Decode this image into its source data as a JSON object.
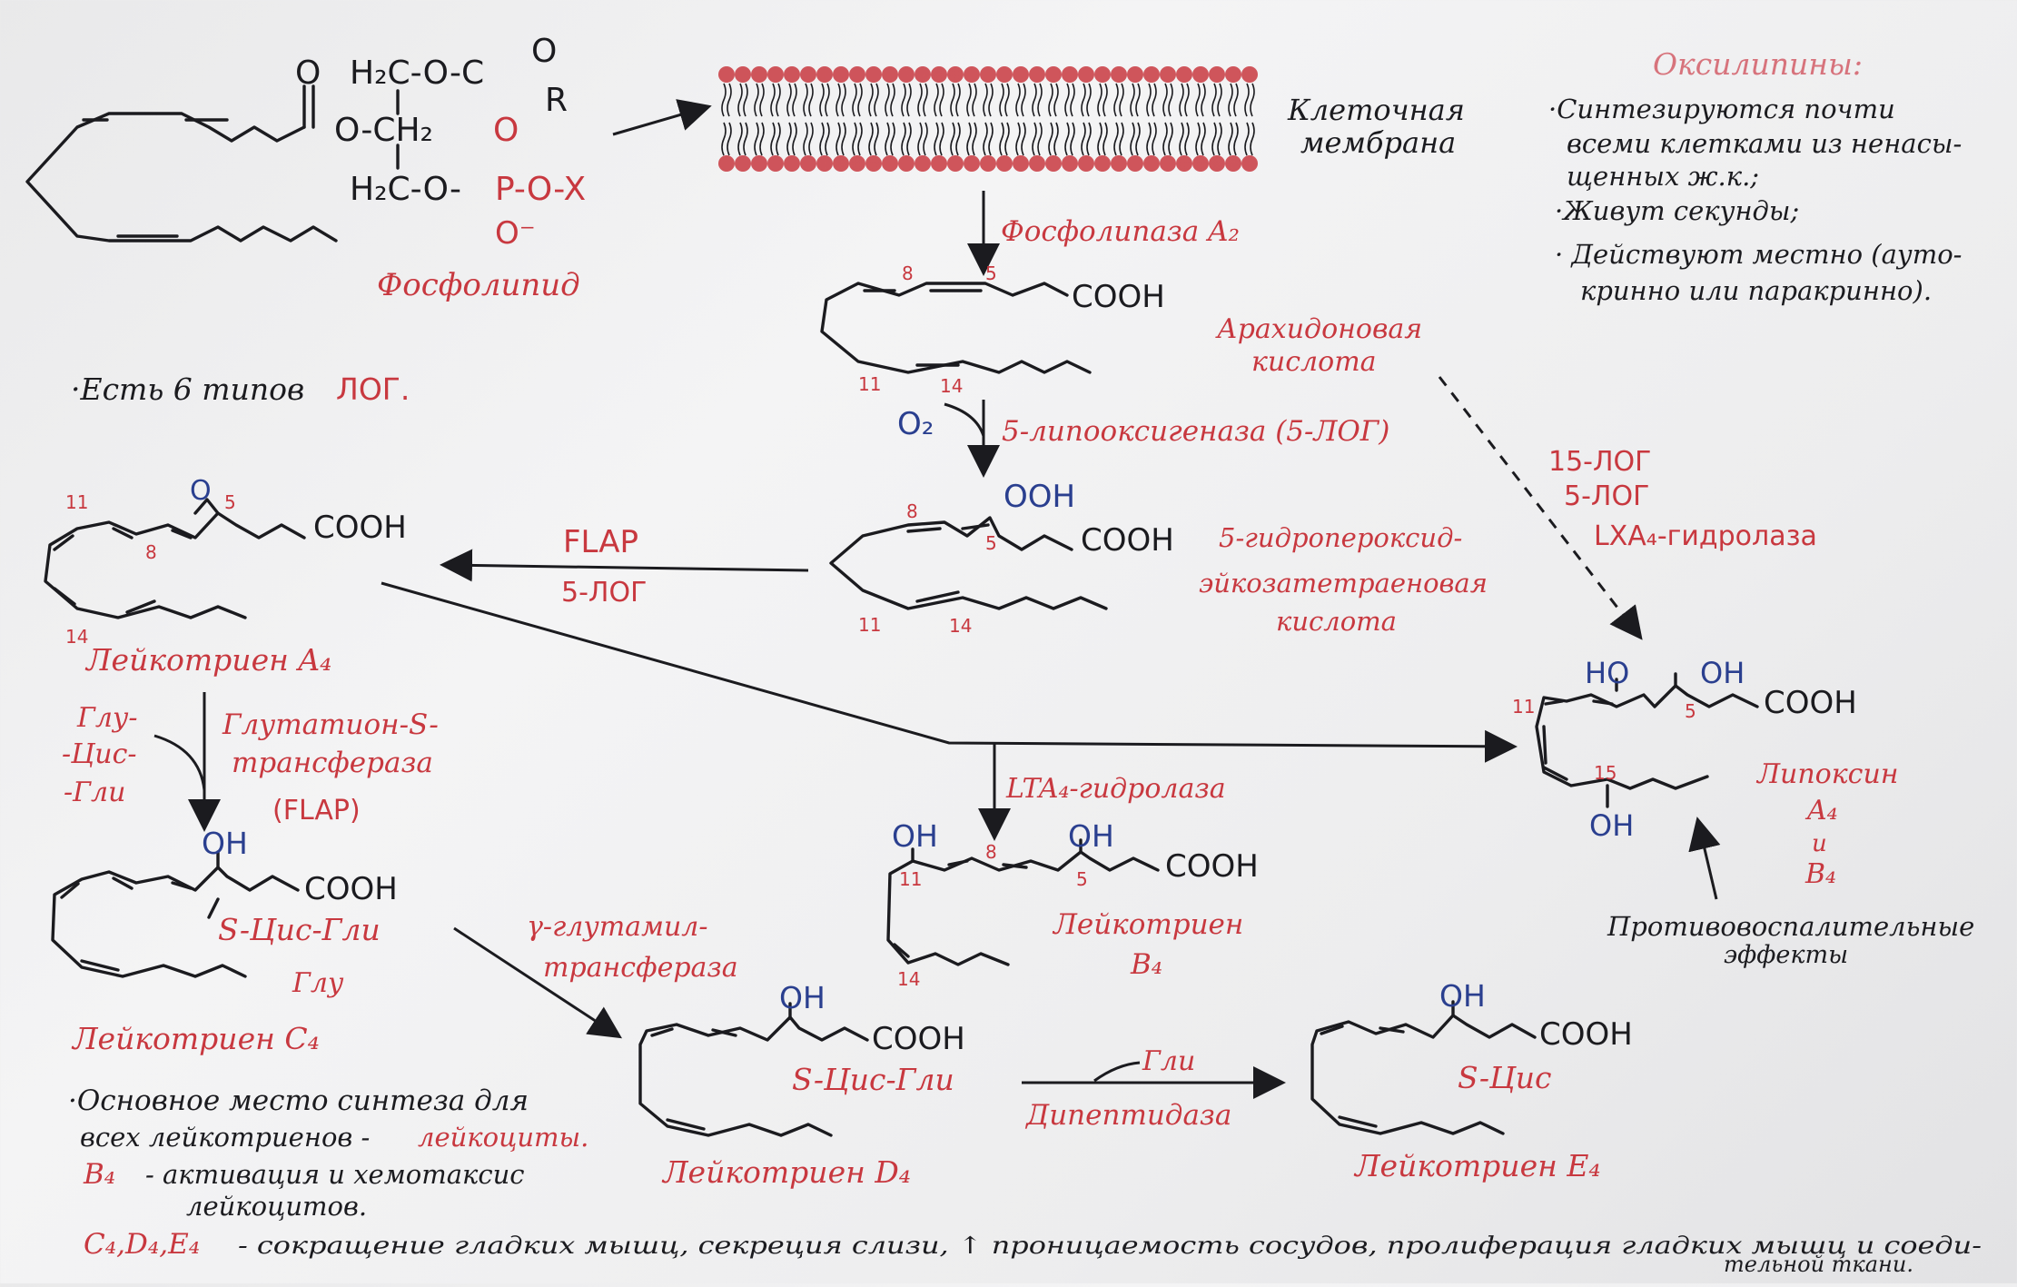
{
  "colors": {
    "red": "#c8383f",
    "black": "#1b1b1f",
    "blue": "#2a3f8f",
    "pink": "#d7737c",
    "board": "#efeff0"
  },
  "phospholipid": {
    "row1": "H₂C-O-C",
    "row2": "O-CH₂",
    "row3": "H₂C-O-",
    "r": "R",
    "o": "O",
    "o_minus": "O⁻",
    "p_group": "P-O-X",
    "label": "Фосфолипид"
  },
  "membrane": {
    "label_line1": "Клеточная",
    "label_line2": "мембрана"
  },
  "enzymes": {
    "pla2": "Фосфолипаза A₂",
    "lox5": "5-липооксигеназа (5-ЛОГ)",
    "o2": "O₂",
    "flap": "FLAP",
    "lox5_short": "5-ЛОГ",
    "gst_side_1": "Глу-",
    "gst_side_2": "-Цис-",
    "gst_side_3": "-Гли",
    "gst_line1": "Глутатион-S-",
    "gst_line2": "трансфераза",
    "gst_line3": "(FLAP)",
    "lta4": "LTA₄-гидролаза",
    "ggt_line1": "γ-глутамил-",
    "ggt_line2": "трансфераза",
    "dipep_top": "Гли",
    "dipep": "Дипептидаза",
    "lipox_route_1": "15-ЛОГ",
    "lipox_route_2": "5-ЛОГ",
    "lipox_route_3": "LXA₄-гидролаза"
  },
  "molecules": {
    "aa_label_line1": "Арахидоновая",
    "aa_label_line2": "кислота",
    "hpete_line1": "5-гидропероксид-",
    "hpete_line2": "эйкозатетраеновая",
    "hpete_line3": "кислота",
    "lta4": "Лейкотриен A₄",
    "ltc4": "Лейкотриен C₄",
    "ltb4_line1": "Лейкотриен",
    "ltb4_line2": "B₄",
    "ltd4": "Лейкотриен D₄",
    "lte4": "Лейкотриен E₄",
    "lipoxin_line1": "Липоксин",
    "lipoxin_line2": "A₄",
    "lipoxin_line3": "и",
    "lipoxin_line4": "B₄"
  },
  "groups": {
    "cooh": "COOH",
    "ooh": "OOH",
    "oh": "OH",
    "ho": "HO",
    "o": "O",
    "s_cys_gly": "S-Цис-Гли",
    "s_cys": "S-Цис",
    "glu_vert": "Глу"
  },
  "numbers": {
    "n8": "8",
    "n5": "5",
    "n11": "11",
    "n14": "14",
    "n15": "15"
  },
  "oxylipins": {
    "title": "Оксилипины:",
    "b1_line1": "·Синтезируются почти",
    "b1_line2": "всеми клетками из ненасы-",
    "b1_line3": "щенных ж.к.;",
    "b2": "·Живут секунды;",
    "b3_line1": "· Действуют местно (ауто-",
    "b3_line2": "кринно или паракринно)."
  },
  "lox_types": {
    "prefix": "·Есть 6 типов",
    "red": "ЛОГ."
  },
  "anti_inflammatory_line1": "Противовоспалительные",
  "anti_inflammatory_line2": "эффекты",
  "notes": {
    "main_line1": "·Основное место синтеза для",
    "main_line2a": "всех лейкотриенов -",
    "main_line2b": "лейкоциты.",
    "b4_prefix": "B₄",
    "b4_text": "- активация и хемотаксис",
    "b4_line2": "лейкоцитов.",
    "cde_prefix": "C₄,D₄,E₄",
    "cde_text": "- сокращение гладких мышц, секреция слизи, ↑ проницаемость сосудов, пролиферация гладких мышц и соеди-",
    "cde_line2": "тельной ткани."
  }
}
